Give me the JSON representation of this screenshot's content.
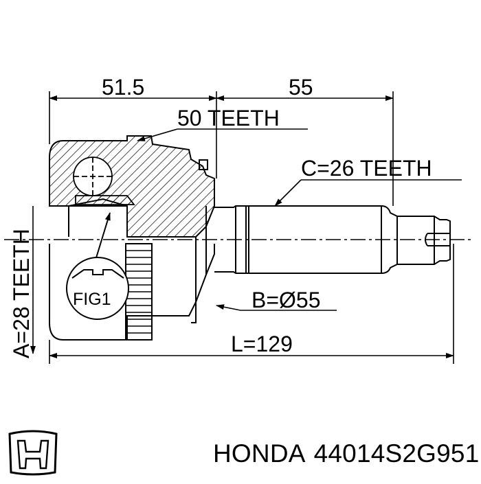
{
  "dimensions": {
    "top_left": "51.5",
    "top_right": "55",
    "teeth_50": "50 TEETH",
    "teeth_c": "C=26 TEETH",
    "diameter_b": "B=Ø55",
    "length_l": "L=129",
    "teeth_a": "A=28 TEETH"
  },
  "figure": {
    "detail_label": "FIG1"
  },
  "footer": {
    "brand": "HONDA",
    "part_number": "44014S2G951",
    "logo_icon": "honda-h-logo-icon"
  },
  "colors": {
    "line": "#000000",
    "background": "#ffffff"
  }
}
